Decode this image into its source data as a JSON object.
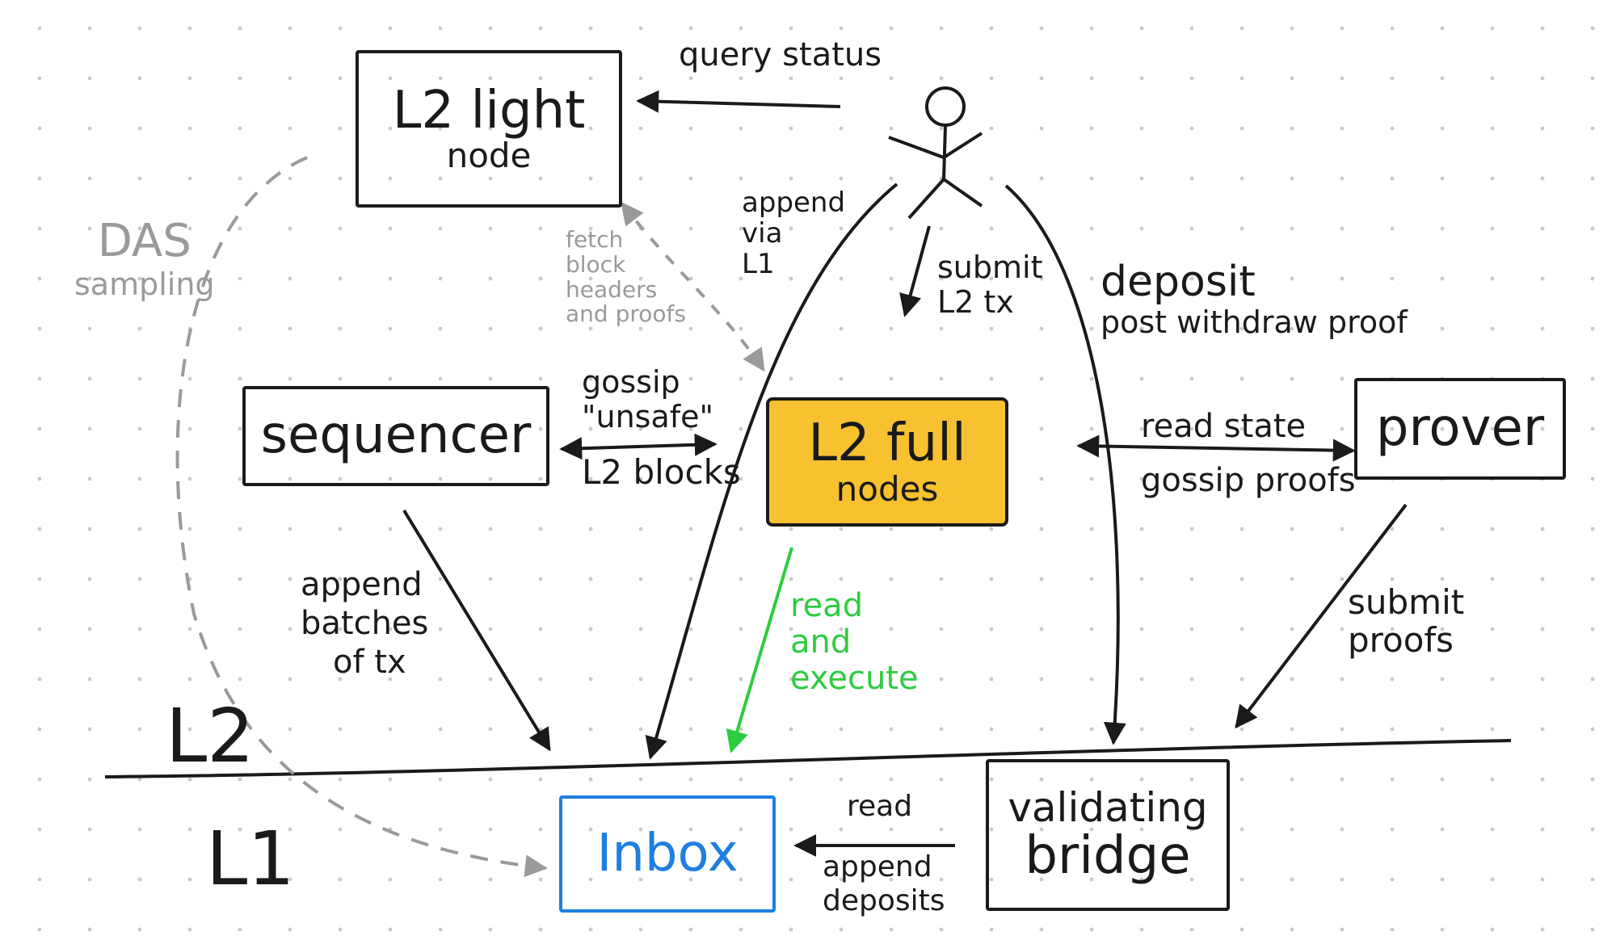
{
  "nodes": {
    "light_node": {
      "line1": "L2 light",
      "line2": "node"
    },
    "sequencer": {
      "label": "sequencer"
    },
    "full_nodes": {
      "line1": "L2 full",
      "line2": "nodes"
    },
    "prover": {
      "label": "prover"
    },
    "inbox": {
      "label": "Inbox"
    },
    "bridge": {
      "line1": "validating",
      "line2": "bridge"
    }
  },
  "edges": {
    "query_status": "query status",
    "das_sampling": [
      "DAS",
      "sampling"
    ],
    "fetch_headers": [
      "fetch",
      "block",
      "headers",
      "and proofs"
    ],
    "append_via_l1": [
      "append",
      "via",
      "L1"
    ],
    "submit_l2_tx": [
      "submit",
      "L2 tx"
    ],
    "deposit": [
      "deposit",
      "post withdraw proof"
    ],
    "gossip_unsafe": [
      "gossip",
      "\"unsafe\"",
      "L2 blocks"
    ],
    "read_state": [
      "read state",
      "gossip proofs"
    ],
    "append_batches": [
      "append",
      "batches",
      "of tx"
    ],
    "read_execute": [
      "read",
      "and",
      "execute"
    ],
    "submit_proofs": [
      "submit",
      "proofs"
    ],
    "read_append": [
      "read",
      "append",
      "deposits"
    ]
  },
  "layers": {
    "upper": "L2",
    "lower": "L1"
  },
  "colors": {
    "ink": "#1a1a1a",
    "gray": "#9a9a9a",
    "green": "#2ecc40",
    "blue": "#1e7fe0",
    "highlight": "#f7c12f"
  }
}
